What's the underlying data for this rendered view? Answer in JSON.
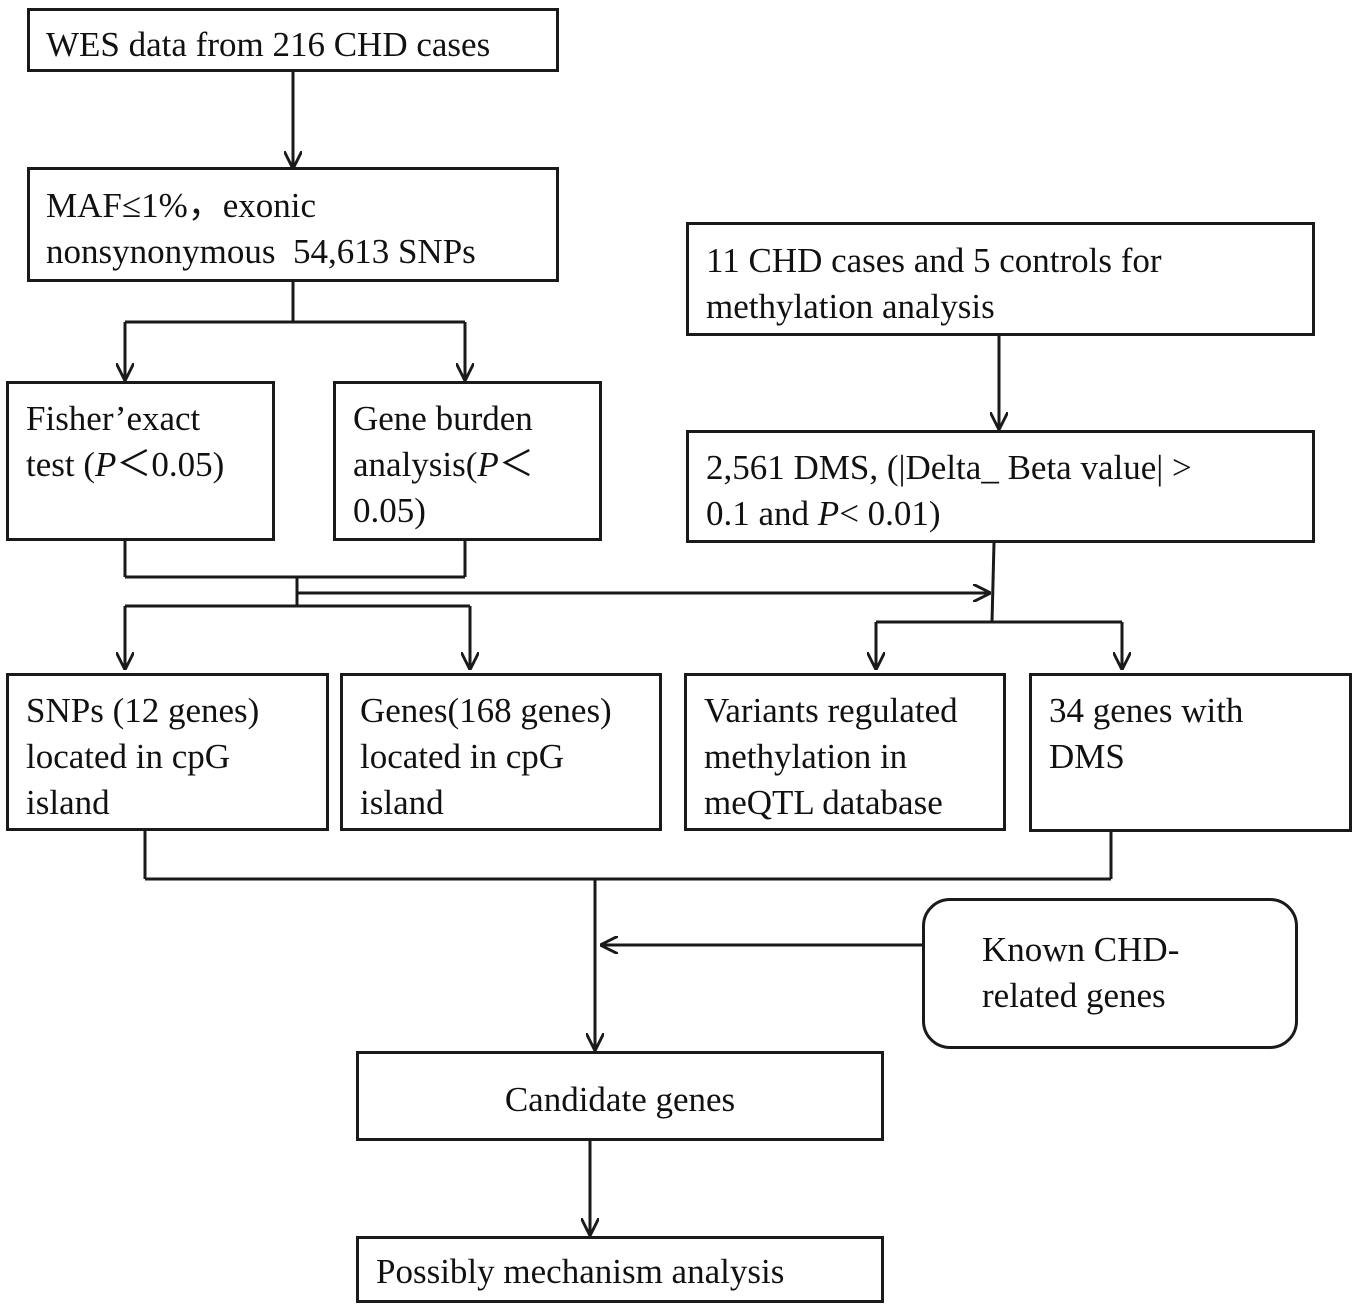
{
  "nodes": {
    "wes": {
      "lines": [
        "WES data from 216 CHD cases"
      ]
    },
    "maf": {
      "lines": [
        "MAF≤1%，exonic",
        "nonsynonymous  54,613 SNPs"
      ]
    },
    "fisher": {
      "line1": "Fisher’exact",
      "line2_pre": "test (",
      "line2_italic": "P",
      "line2_post": "＜0.05)"
    },
    "burden": {
      "line1": "Gene burden",
      "line2_pre": "analysis(",
      "line2_italic": "P",
      "line2_post": "＜",
      "line3": "0.05)"
    },
    "methyl": {
      "lines": [
        "11 CHD cases and 5 controls for",
        "methylation analysis"
      ]
    },
    "dms": {
      "line1": "2,561 DMS, (|Delta_ Beta value| >",
      "line2_pre": "0.1 and ",
      "line2_italic": "P",
      "line2_post": "< 0.01)"
    },
    "snps": {
      "lines": [
        "SNPs (12 genes)",
        "located in cpG",
        "island"
      ]
    },
    "genes": {
      "lines": [
        "Genes(168 genes)",
        "located in cpG",
        "island"
      ]
    },
    "variants": {
      "lines": [
        "Variants regulated",
        "methylation in",
        "meQTL database"
      ]
    },
    "genes34": {
      "lines": [
        "34 genes with",
        "DMS"
      ]
    },
    "known": {
      "lines": [
        "Known CHD-",
        "related genes"
      ]
    },
    "candidate": {
      "lines": [
        "Candidate genes"
      ]
    },
    "mechanism": {
      "lines": [
        "Possibly mechanism analysis"
      ]
    }
  },
  "colors": {
    "stroke": "#1a1a1a",
    "background": "#ffffff",
    "text": "#111111"
  }
}
